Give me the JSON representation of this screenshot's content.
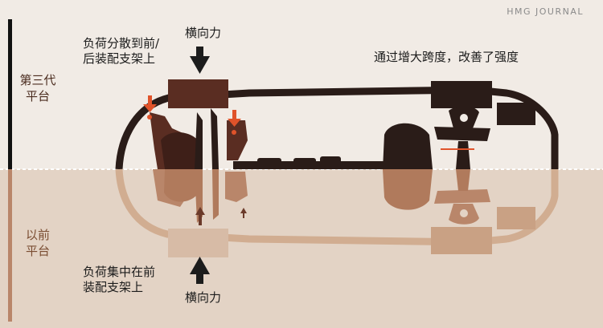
{
  "brand": "HMG JOURNAL",
  "sections": {
    "upper_label_line1": "第三代",
    "upper_label_line2": "平台",
    "lower_label_line1": "以前",
    "lower_label_line2": "平台"
  },
  "annotations": {
    "top_left_line1": "负荷分散到前/",
    "top_left_line2": "后装配支架上",
    "top_force": "横向力",
    "top_right": "通过增大跨度，改善了强度",
    "bottom_left_line1": "负荷集中在前",
    "bottom_left_line2": "装配支架上",
    "bottom_force": "横向力"
  },
  "colors": {
    "background": "#f1ebe5",
    "upper_dark": "#5a2d22",
    "upper_outline": "#2a1c18",
    "lower_fill": "#c9a184",
    "lower_outline": "#d1ad91",
    "highlight_arrow": "#e0532a",
    "force_arrow": "#1c1c1c"
  }
}
